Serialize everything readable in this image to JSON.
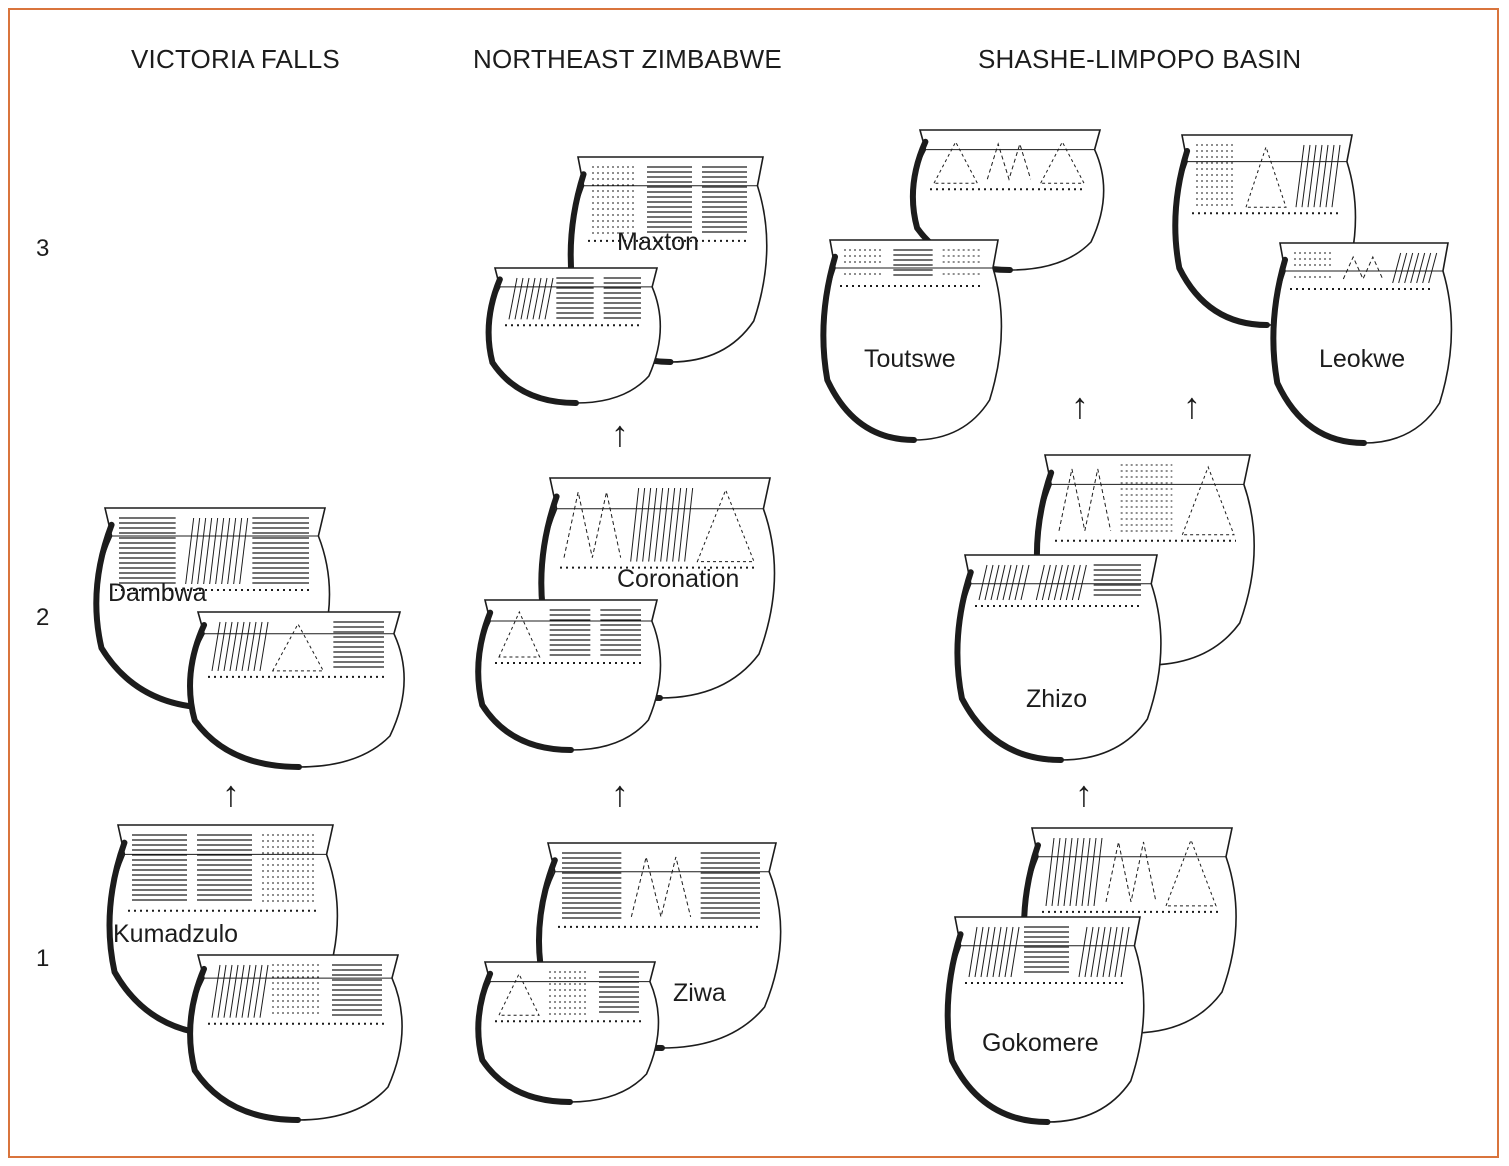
{
  "columns": [
    {
      "title": "VICTORIA FALLS"
    },
    {
      "title": "NORTHEAST ZIMBABWE"
    },
    {
      "title": "SHASHE-LIMPOPO BASIN"
    }
  ],
  "rows": [
    "1",
    "2",
    "3"
  ],
  "pots": {
    "kumadzulo": "Kumadzulo",
    "dambwa": "Dambwa",
    "ziwa": "Ziwa",
    "coronation": "Coronation",
    "maxton": "Maxton",
    "gokomere": "Gokomere",
    "zhizo": "Zhizo",
    "toutswe": "Toutswe",
    "leokwe": "Leokwe"
  },
  "arrow_glyph": "↑",
  "colors": {
    "border": "#d9743c",
    "ink": "#1c1c1c"
  }
}
